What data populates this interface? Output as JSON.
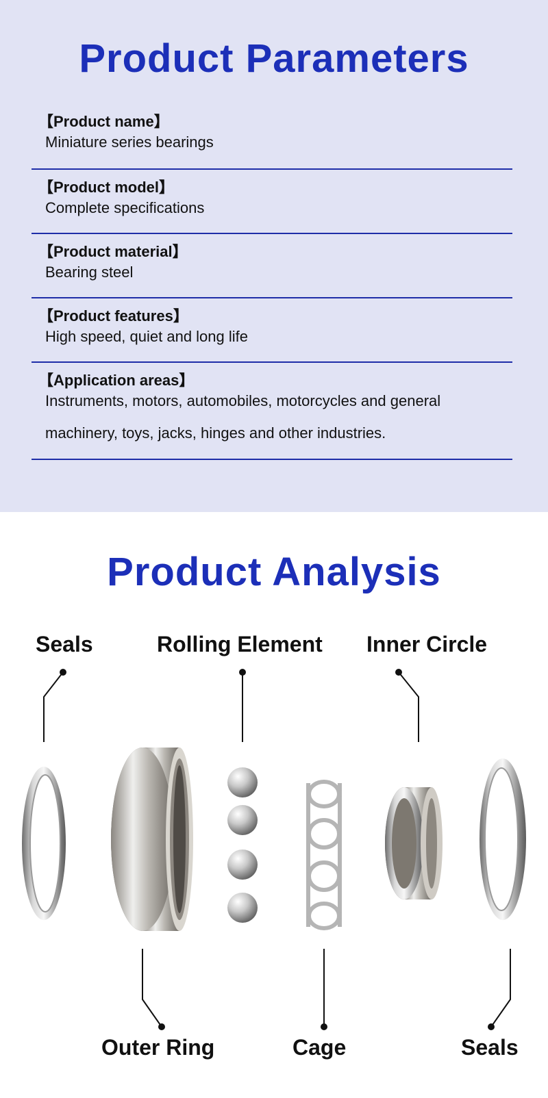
{
  "parameters": {
    "title": "Product Parameters",
    "rows": [
      {
        "label": "【Product name】",
        "value": "Miniature series bearings"
      },
      {
        "label": "【Product model】",
        "value": "Complete specifications"
      },
      {
        "label": "【Product material】",
        "value": "Bearing steel"
      },
      {
        "label": "【Product features】",
        "value": "High speed, quiet and long life"
      },
      {
        "label": "【Application areas】",
        "value": "Instruments, motors, automobiles, motorcycles and general",
        "value2": "machinery, toys, jacks, hinges and other industries."
      }
    ]
  },
  "analysis": {
    "title": "Product Analysis",
    "labels": {
      "seals_top": "Seals",
      "rolling_element": "Rolling Element",
      "inner_circle": "Inner Circle",
      "outer_ring": "Outer Ring",
      "cage": "Cage",
      "seals_bottom": "Seals"
    }
  },
  "colors": {
    "accent": "#1c2fb8",
    "params_background": "#e1e3f4",
    "divider": "#1e2da8"
  }
}
